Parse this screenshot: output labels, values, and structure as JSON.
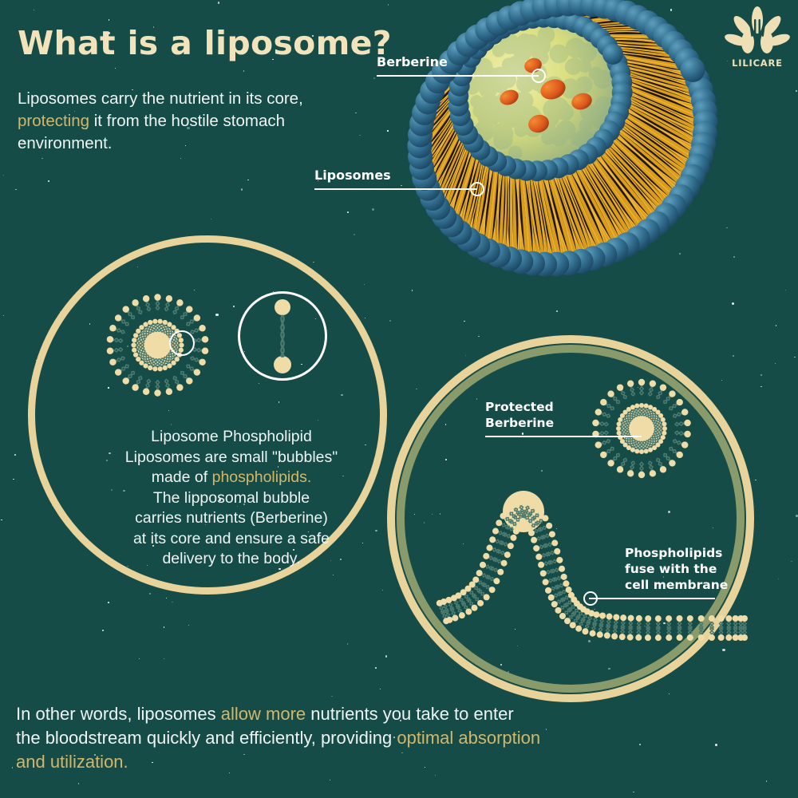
{
  "brand": {
    "name": "LILICARE",
    "logo_icon": "lily-flower-icon"
  },
  "header": {
    "title": "What is a liposome?",
    "intro_part1": "Liposomes carry the nutrient in its core, ",
    "intro_highlight": "protecting",
    "intro_part2": " it from the hostile stomach environment."
  },
  "callouts": {
    "berberine": "Berberine",
    "liposomes": "Liposomes",
    "protected_berberine": "Protected\nBerberine",
    "phospholipids_fuse": "Phospholipids\nfuse with the\ncell membrane"
  },
  "left_circle": {
    "body": "Liposome Phospholipid\nLiposomes are small \"bubbles\"\nmade of ",
    "body_highlight": "phospholipids.",
    "body_rest": "\nThe lipposomal bubble\ncarries nutrients (Berberine)\nat its core and ensure a safe\ndelivery to the body."
  },
  "outro": {
    "part1": "In other words, liposomes ",
    "highlight1": "allow more",
    "part2": " nutrients you take to enter the bloodstream quickly and efficiently, providing ",
    "highlight2": "optimal absorption and utilization."
  },
  "colors": {
    "background": "#154c48",
    "cream": "#e8d39a",
    "gold_text": "#d3b769",
    "sage_ring": "#8a9b6b",
    "white": "#ffffff",
    "head_blue": "#2f6f8f",
    "tail_gold": "#e0a01e",
    "core_yellow": "#d9dc7e",
    "berberine_orange": "#e2631e",
    "phospholipid_head": "#f0dca6",
    "phospholipid_tail": "#4d7b6f"
  }
}
